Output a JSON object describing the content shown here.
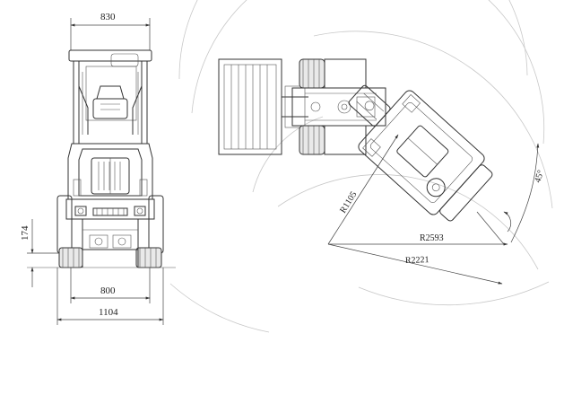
{
  "dimensions": {
    "overall_width_top": "830",
    "track_gauge": "800",
    "overall_width_bottom": "1104",
    "ground_clearance": "174"
  },
  "turning": {
    "radius_front": "R1105",
    "radius_middle": "R2593",
    "radius_rear": "R2221",
    "swing_angle": "45°"
  }
}
